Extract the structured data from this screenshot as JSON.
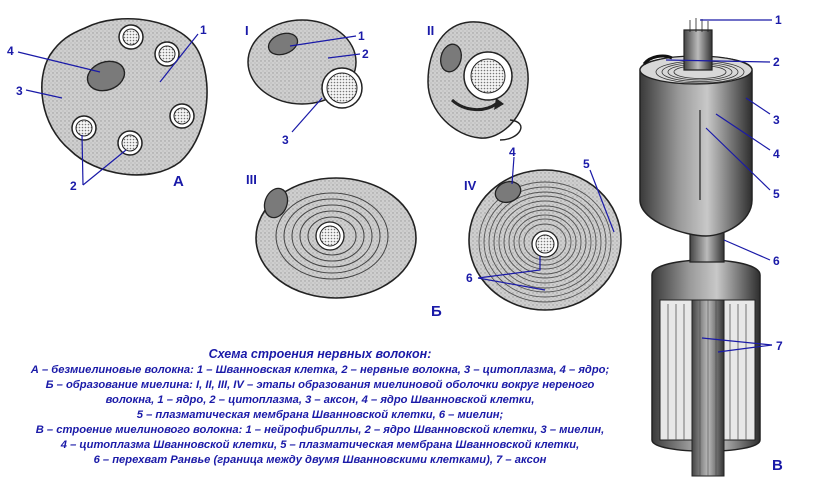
{
  "panels": {
    "A": {
      "letter": "А",
      "labels": [
        "1",
        "2",
        "3",
        "4"
      ]
    },
    "B": {
      "letter": "Б",
      "stages": [
        "I",
        "II",
        "III",
        "IV"
      ],
      "stage_I_labels": [
        "1",
        "2",
        "3"
      ],
      "stage_IV_labels": [
        "4",
        "5",
        "6"
      ]
    },
    "V": {
      "letter": "В",
      "labels": [
        "1",
        "2",
        "3",
        "4",
        "5",
        "6",
        "7"
      ]
    }
  },
  "caption": {
    "title": "Схема строения нервных волокон:",
    "lines": [
      "А – безмиелиновые волокна: 1 – Шванновская клетка, 2 – нервные волокна, 3 – цитоплазма, 4 – ядро;",
      "Б – образование миелина: I, II, III, IV – этапы образования миелиновой оболочки вокруг нереного",
      "волокна, 1 – ядро, 2 – цитоплазма, 3 – аксон, 4 – ядро Шванновской клетки,",
      "5 – плазматическая мембрана Шванновской клетки, 6 – миелин;",
      "В – строение миелинового волокна: 1 – нейрофибриллы, 2 – ядро  Шванновской клетки, 3 – миелин,",
      "4 – цитоплазма Шванновской клетки, 5 – плазматическая мембрана Шванновской клетки,",
      "6 – перехват Ранвье (граница между двумя Шванновскими клетками), 7 – аксон"
    ]
  }
}
